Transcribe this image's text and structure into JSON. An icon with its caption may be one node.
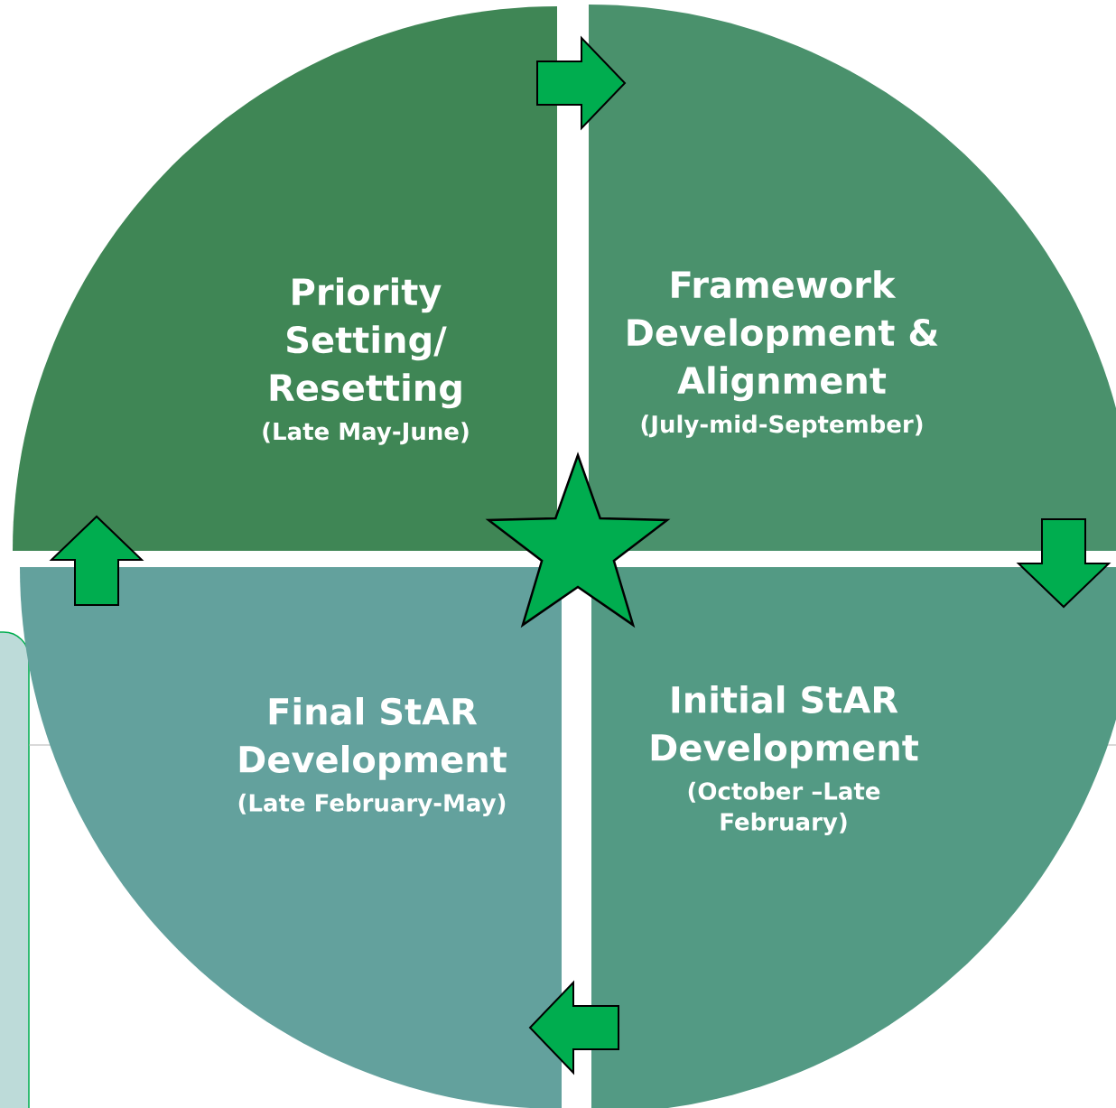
{
  "diagram": {
    "nodes": [
      {
        "text": [
          "Priority Setting/ Resetting",
          "(Late May-June)"
        ]
      },
      {
        "text": [
          "Framework Development & Alignment",
          "(July-mid-September)"
        ]
      },
      {
        "text": [
          "Final StAR Development",
          "(Late February-May)"
        ]
      },
      {
        "text": [
          "Initial StAR Development",
          "(October –Late February)"
        ]
      },
      {
        "text": [],
        "shape": "star"
      }
    ],
    "edges": [
      {
        "from": 0,
        "to": 1,
        "arrow": "to"
      },
      {
        "from": 1,
        "to": 3,
        "arrow": "to"
      },
      {
        "from": 3,
        "to": 2,
        "arrow": "to"
      },
      {
        "from": 2,
        "to": 0,
        "arrow": "to"
      }
    ]
  }
}
